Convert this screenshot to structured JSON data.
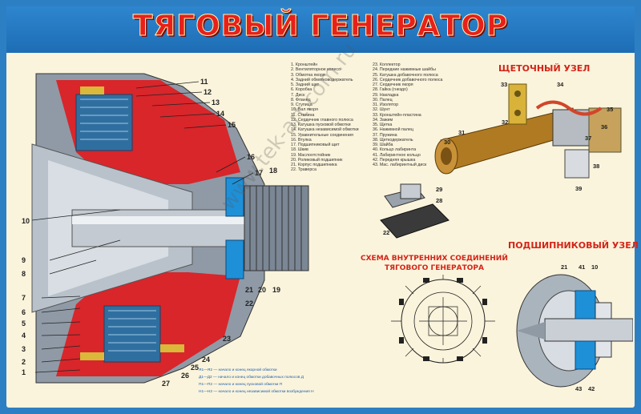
{
  "poster": {
    "title": "ТЯГОВЫЙ ГЕНЕРАТОР",
    "colors": {
      "frame": "#2d7fc4",
      "title": "#e8201a",
      "background": "#fbf4dc",
      "caption": "#d42418",
      "insulation": "#d8262b",
      "steel": "#9aa7b3"
    }
  },
  "legend": {
    "col1": [
      "1. Кронштейн",
      "2. Вентиляторное колесо",
      "3. Обмотка якоря",
      "4. Задний обмотководержатель",
      "5. Задний щит",
      "6. Коробка",
      "7. Диск",
      "8. Фланец",
      "9. Ступица",
      "10. Вал якоря",
      "11. Станина",
      "12. Сердечник главного полюса",
      "13. Катушка пусковой обмотки",
      "14. Катушка независимой обмотки",
      "15. Уравнительные соединения",
      "16. Втулка",
      "17. Подшипниковый щит",
      "18. Шкив",
      "19. Маслоотстойник",
      "20. Роликовый подшипник",
      "21. Корпус подшипника",
      "22. Траверса"
    ],
    "col2": [
      "23. Коллектор",
      "24. Передние нажимные шайбы",
      "25. Катушка добавочного полюса",
      "26. Сердечник добавочного полюса",
      "27. Сердечник якоря",
      "28. Гайка (гнездо)",
      "29. Накладка",
      "30. Палец",
      "31. Изолятор",
      "32. Шунт",
      "33. Кронштейн-пластина",
      "34. Зажим",
      "35. Щетка",
      "36. Нажимной палец",
      "37. Пружина",
      "38. Щеткодержатель",
      "39. Шайба",
      "40. Кольцо лабиринта",
      "41. Лабиринтное кольцо",
      "42. Передняя крышка",
      "43. Мас. лабиринтный диск"
    ]
  },
  "captions": {
    "brush": "ЩЕТОЧНЫЙ УЗЕЛ",
    "bearing": "ПОДШИПНИКОВЫЙ УЗЕЛ",
    "scheme_1": "СХЕМА ВНУТРЕННИХ СОЕДИНЕНИЙ",
    "scheme_2": "ТЯГОВОГО ГЕНЕРАТОРА"
  },
  "wiring_legend": [
    "Я1—Я2 — начало и конец якорной обмотки",
    "Д1—Д2 — начало и конец обмотки добавочных полюсов Д",
    "П1—П2 — начало и конец пусковой обмотки П",
    "Н1—Н2 — начало и конец независимой обмотки возбуждения Н"
  ],
  "watermark": "www.tek-art.com.ru"
}
